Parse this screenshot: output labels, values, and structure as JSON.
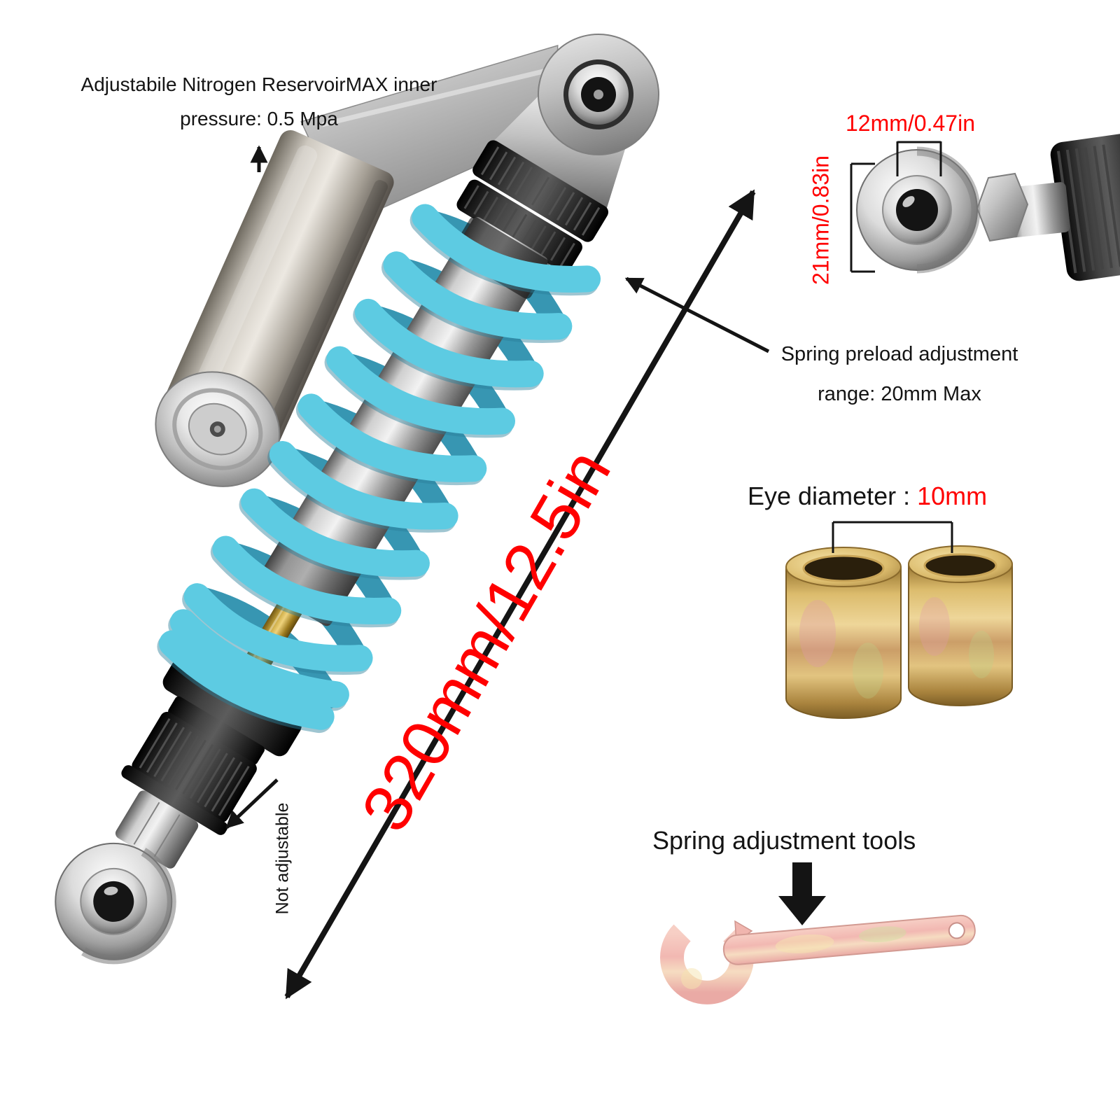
{
  "labels": {
    "reservoir_note_line1": "Adjustabile Nitrogen ReservoirMAX inner",
    "reservoir_note_line2": "pressure: 0.5 Mpa",
    "length_dimension": "320mm/12.5in",
    "detail_width": "12mm/0.47in",
    "detail_height": "21mm/0.83in",
    "preload_line1": "Spring preload adjustment",
    "preload_line2": "range: 20mm Max",
    "eye_diameter_label": "Eye diameter : ",
    "eye_diameter_value": "10mm",
    "tools": "Spring adjustment tools",
    "not_adjustable": "Not adjustable"
  },
  "colors": {
    "dimension_red": "#ff0000",
    "spring_blue": "#5dcbe2",
    "annotation_black": "#141414",
    "background": "#ffffff"
  }
}
